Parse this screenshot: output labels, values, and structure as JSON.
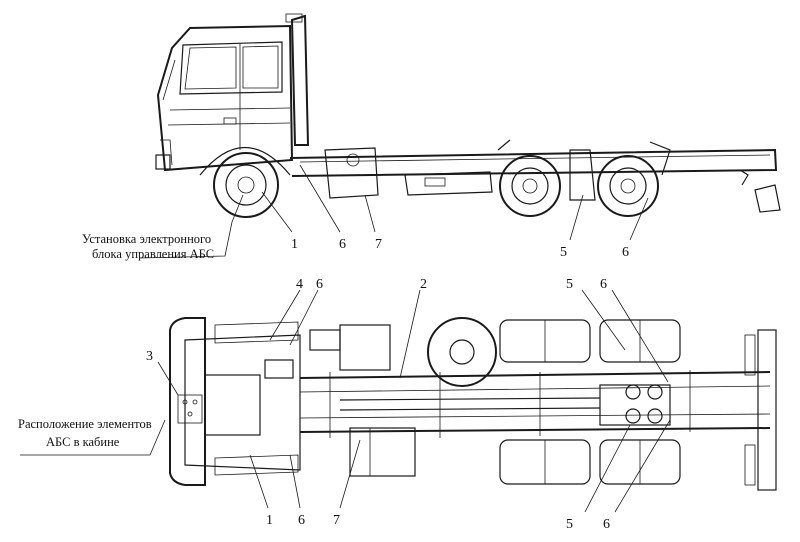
{
  "captions": {
    "ecu_install_line1": "Установка электронного",
    "ecu_install_line2": "блока управления АБС",
    "cab_elements_line1": "Расположение элементов",
    "cab_elements_line2": "АБС в кабине"
  },
  "callouts": {
    "side_1": "1",
    "side_6a": "6",
    "side_7": "7",
    "side_5": "5",
    "side_6b": "6",
    "top_4": "4",
    "top_6a": "6",
    "top_2": "2",
    "top_5a": "5",
    "top_6b": "6",
    "top_3": "3",
    "top_1": "1",
    "top_6c": "6",
    "top_7": "7",
    "top_5b": "5",
    "top_6d": "6"
  }
}
